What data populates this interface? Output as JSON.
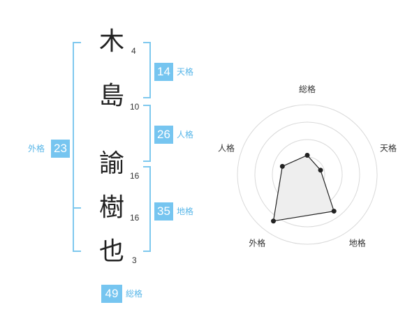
{
  "name_chars": [
    {
      "char": "木",
      "strokes": "4"
    },
    {
      "char": "島",
      "strokes": "10"
    },
    {
      "char": "諭",
      "strokes": "16"
    },
    {
      "char": "樹",
      "strokes": "16"
    },
    {
      "char": "也",
      "strokes": "3"
    }
  ],
  "fortune": {
    "tenkaku": {
      "value": "14",
      "label": "天格"
    },
    "jinkaku": {
      "value": "26",
      "label": "人格"
    },
    "chikaku": {
      "value": "35",
      "label": "地格"
    },
    "gaikaku": {
      "value": "23",
      "label": "外格"
    },
    "soukaku": {
      "value": "49",
      "label": "総格"
    }
  },
  "chart_data": {
    "type": "radar",
    "axes": [
      "総格",
      "天格",
      "地格",
      "外格",
      "人格"
    ],
    "rings": 4,
    "max": 4,
    "values": [
      1.1,
      0.8,
      2.6,
      3.3,
      1.5
    ],
    "colors": {
      "ring": "#d9d9d9",
      "fill": "#eeeeee",
      "line": "#222222",
      "center": "#bbbbbb"
    }
  }
}
